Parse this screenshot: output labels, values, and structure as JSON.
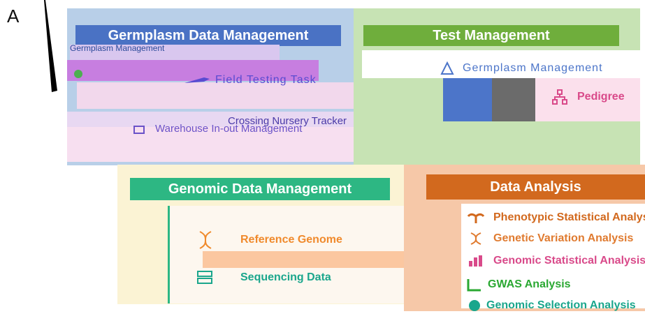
{
  "figure_label": "A",
  "panels": {
    "germplasm": {
      "title": "Germplasm Data Management",
      "subtitle": "Germplasm Management",
      "items": [
        {
          "label": "Field Testing Task"
        },
        {
          "label": "Crossing Nursery Tracker"
        },
        {
          "label": "Warehouse In-out Management"
        }
      ]
    },
    "test": {
      "title": "Test Management",
      "items": [
        {
          "label": "Germplasm Management"
        },
        {
          "label": "Pedigree"
        }
      ]
    },
    "genomic": {
      "title": "Genomic Data Management",
      "items": [
        {
          "label": "Reference Genome"
        },
        {
          "label": "Sequencing Data"
        }
      ]
    },
    "analysis": {
      "title": "Data Analysis",
      "items": [
        {
          "label": "Phenotypic Statistical Analysis"
        },
        {
          "label": "Genetic Variation Analysis"
        },
        {
          "label": "Genomic Statistical Analysis"
        },
        {
          "label": "GWAS Analysis"
        },
        {
          "label": "Genomic Selection Analysis"
        }
      ]
    }
  },
  "colors": {
    "germplasm_bg": "#b8cfe8",
    "germplasm_header": "#4a72c4",
    "test_bg": "#c7e3b4",
    "test_header": "#6fae3c",
    "genomic_bg": "#fbf3d4",
    "genomic_header": "#2db783",
    "genomic_accent": "#f08a2c",
    "analysis_bg": "#f6c8a8",
    "analysis_header": "#d2691e",
    "purple": "#c77ee0",
    "pink": "#d94a8a",
    "teal": "#1aa68c"
  },
  "icons": [
    "leaf-icon",
    "rocket-icon",
    "sitemap-icon",
    "flask-icon",
    "warehouse-icon",
    "dna-icon",
    "server-icon",
    "plant-icon",
    "chart-icon",
    "selection-icon"
  ]
}
